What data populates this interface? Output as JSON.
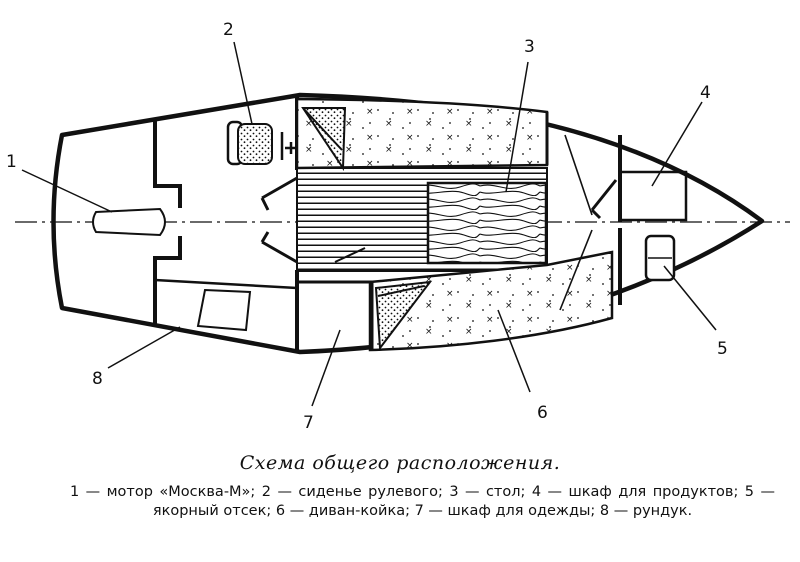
{
  "callouts": [
    "1",
    "2",
    "3",
    "4",
    "5",
    "6",
    "7",
    "8"
  ],
  "caption": {
    "title": "Схема общего расположения.",
    "legend": "1 — мотор «Москва-М»; 2 — сиденье рулевого; 3 — стол; 4 — шкаф для продуктов; 5 — якорный отсек; 6 — диван-койка; 7 — шкаф для одежды; 8 — рундук."
  },
  "colors": {
    "ink": "#111111",
    "paper": "#ffffff",
    "cushion": "#ffffff"
  }
}
